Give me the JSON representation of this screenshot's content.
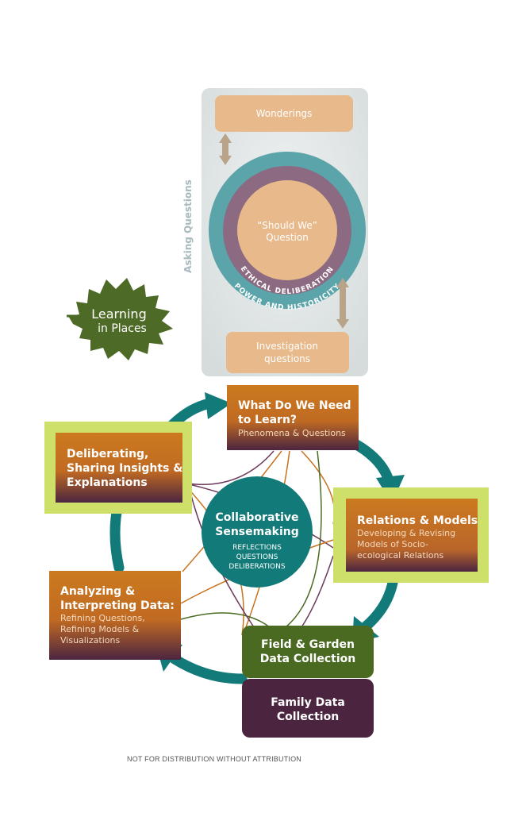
{
  "asking": {
    "side_label": "Asking Questions",
    "wonderings": "Wonderings",
    "should_we_line1": "“Should We”",
    "should_we_line2": "Question",
    "ring_inner": "ETHICAL DELIBERATION",
    "ring_outer": "POWER AND HISTORICITY",
    "investigation_line1": "Investigation",
    "investigation_line2": "questions"
  },
  "logo": {
    "line1": "Learning",
    "line2": "in Places"
  },
  "cycle": {
    "what": {
      "title1": "What Do We Need",
      "title2": "to Learn?",
      "sub1": "Phenomena & Questions"
    },
    "relations": {
      "title1": "Relations & Models",
      "sub1": "Developing & Revising",
      "sub2": "Models of Socio-",
      "sub3": "ecological Relations"
    },
    "field": {
      "title1": "Field & Garden",
      "title2": "Data Collection"
    },
    "family": {
      "title1": "Family Data",
      "title2": "Collection"
    },
    "analyzing": {
      "title1": "Analyzing &",
      "title2": "Interpreting Data:",
      "sub1": "Refining Questions,",
      "sub2": "Refining Models &",
      "sub3": "Visualizations"
    },
    "deliberating": {
      "title1": "Deliberating,",
      "title2": "Sharing Insights &",
      "title3": "Explanations"
    },
    "center": {
      "title1": "Collaborative",
      "title2": "Sensemaking",
      "sub1": "REFLECTIONS",
      "sub2": "QUESTIONS",
      "sub3": "DELIBERATIONS"
    }
  },
  "footer": "NOT FOR DISTRIBUTION WITHOUT ATTRIBUTION",
  "colors": {
    "orange": "#c8731f",
    "purple": "#4b2540",
    "teal": "#127a78",
    "lime": "#cfe06a",
    "green": "#4a6a22",
    "peach": "#e8b98a",
    "panel": "#dfe4e4"
  }
}
